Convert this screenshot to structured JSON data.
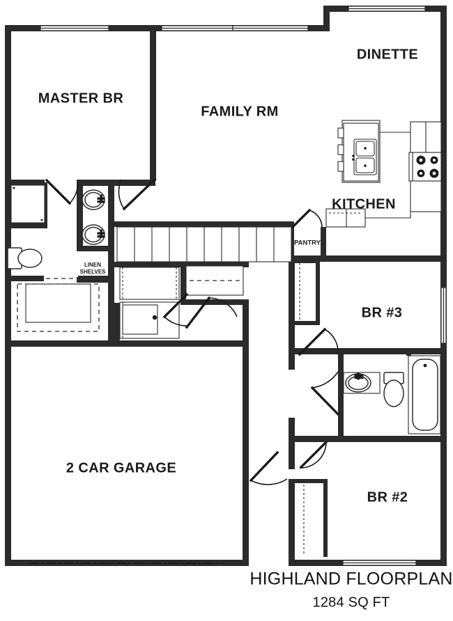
{
  "document": {
    "type": "residential-floor-plan",
    "title": "HIGHLAND FLOORPLAN",
    "subtitle": "1284 SQ FT"
  },
  "rooms": [
    {
      "id": "master-br",
      "label": "MASTER BR",
      "size": "lg"
    },
    {
      "id": "family-rm",
      "label": "FAMILY RM",
      "size": "lg"
    },
    {
      "id": "dinette",
      "label": "DINETTE",
      "size": "lg"
    },
    {
      "id": "kitchen",
      "label": "KITCHEN",
      "size": "lg"
    },
    {
      "id": "br-3",
      "label": "BR #3",
      "size": "lg"
    },
    {
      "id": "br-2",
      "label": "BR #2",
      "size": "lg"
    },
    {
      "id": "garage",
      "label": "2 CAR GARAGE",
      "size": "lg"
    },
    {
      "id": "pantry",
      "label": "PANTRY",
      "size": "xs"
    }
  ],
  "annotations": {
    "linen_line1": "LINEN",
    "linen_line2": "SHELVES"
  },
  "fixtures": [
    "kitchen-island-double-sink",
    "range-four-burner",
    "master-bath-sink-left",
    "master-bath-sink-right",
    "master-bath-toilet",
    "master-bath-shower",
    "hall-bath-sink",
    "hall-bath-toilet",
    "hall-bath-tub",
    "stairs",
    "washer-dryer"
  ],
  "colors": {
    "wall": "#2b2b2b",
    "fixture_stroke": "#2b2b2b",
    "paper": "#ffffff",
    "text": "#1a1a1a"
  }
}
